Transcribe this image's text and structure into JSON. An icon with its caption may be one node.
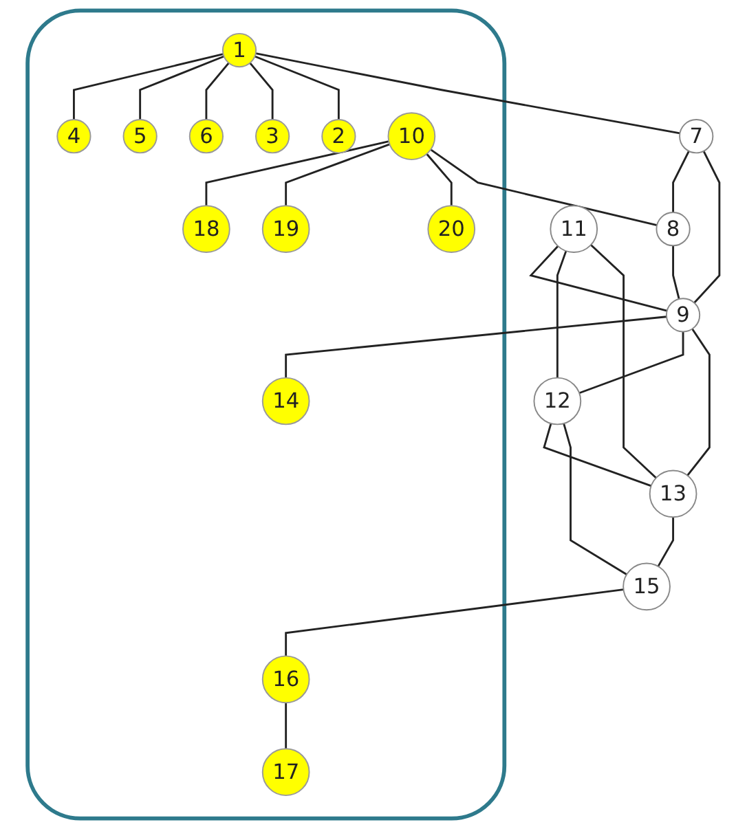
{
  "diagram": {
    "nodes": [
      {
        "text": [],
        "shape": "cloud"
      },
      {
        "text": [
          "1"
        ],
        "in": 0
      },
      {
        "text": [
          "2"
        ],
        "in": 0
      },
      {
        "text": [
          "3"
        ],
        "in": 0
      },
      {
        "text": [
          "4"
        ],
        "in": 0
      },
      {
        "text": [
          "5"
        ],
        "in": 0
      },
      {
        "text": [
          "6"
        ],
        "in": 0
      },
      {
        "text": [
          "7"
        ]
      },
      {
        "text": [
          "8"
        ]
      },
      {
        "text": [
          "9"
        ]
      },
      {
        "text": [
          "10"
        ],
        "in": 0
      },
      {
        "text": [
          "11"
        ]
      },
      {
        "text": [
          "12"
        ]
      },
      {
        "text": [
          "13"
        ]
      },
      {
        "text": [
          "14"
        ],
        "in": 0
      },
      {
        "text": [
          "15"
        ]
      },
      {
        "text": [
          "16"
        ],
        "in": 0
      },
      {
        "text": [
          "17"
        ],
        "in": 0
      },
      {
        "text": [
          "18"
        ],
        "in": 0
      },
      {
        "text": [
          "19"
        ],
        "in": 0
      },
      {
        "text": [
          "20"
        ],
        "in": 0
      }
    ],
    "edges": [
      {
        "from": 1,
        "to": 4,
        "arrow": "none"
      },
      {
        "from": 1,
        "to": 5,
        "arrow": "none"
      },
      {
        "from": 1,
        "to": 6,
        "arrow": "none"
      },
      {
        "from": 1,
        "to": 3,
        "arrow": "none"
      },
      {
        "from": 1,
        "to": 2,
        "arrow": "none"
      },
      {
        "from": 10,
        "to": 18,
        "arrow": "none"
      },
      {
        "from": 10,
        "to": 19,
        "arrow": "none"
      },
      {
        "from": 10,
        "to": 20,
        "arrow": "none"
      },
      {
        "from": 1,
        "to": 7,
        "arrow": "none"
      },
      {
        "from": 10,
        "to": 8,
        "arrow": "none"
      },
      {
        "from": 7,
        "to": 8,
        "arrow": "none"
      },
      {
        "from": 7,
        "to": 9,
        "arrow": "none"
      },
      {
        "from": 8,
        "to": 9,
        "arrow": "none"
      },
      {
        "from": 11,
        "to": 9,
        "arrow": "none"
      },
      {
        "from": 11,
        "to": 12,
        "arrow": "none"
      },
      {
        "from": 11,
        "to": 13,
        "arrow": "none"
      },
      {
        "from": 9,
        "to": 12,
        "arrow": "none"
      },
      {
        "from": 9,
        "to": 13,
        "arrow": "none"
      },
      {
        "from": 9,
        "to": 14,
        "arrow": "none"
      },
      {
        "from": 12,
        "to": 13,
        "arrow": "none"
      },
      {
        "from": 12,
        "to": 15,
        "arrow": "none"
      },
      {
        "from": 13,
        "to": 15,
        "arrow": "none"
      },
      {
        "from": 15,
        "to": 16,
        "arrow": "none"
      },
      {
        "from": 16,
        "to": 17,
        "arrow": "none"
      }
    ]
  }
}
